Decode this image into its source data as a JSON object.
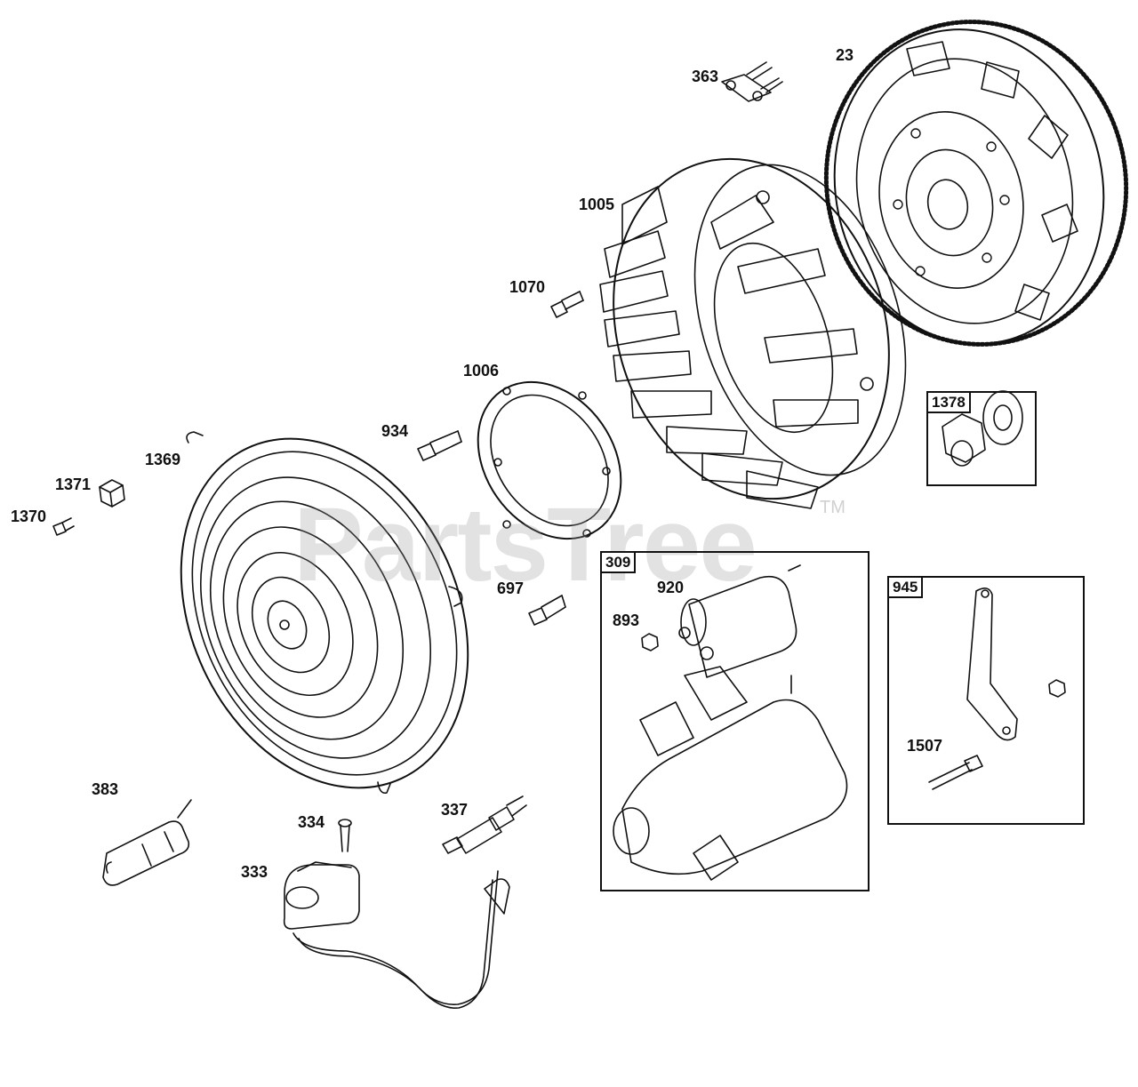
{
  "watermark": {
    "text": "PartsTree",
    "trademark": "TM"
  },
  "kit_boxes": [
    {
      "id": "309",
      "label": "309"
    },
    {
      "id": "945",
      "label": "945"
    },
    {
      "id": "1378",
      "label": "1378"
    }
  ],
  "callouts": [
    {
      "id": "23",
      "label": "23"
    },
    {
      "id": "363",
      "label": "363"
    },
    {
      "id": "1005",
      "label": "1005"
    },
    {
      "id": "1070",
      "label": "1070"
    },
    {
      "id": "1006",
      "label": "1006"
    },
    {
      "id": "934",
      "label": "934"
    },
    {
      "id": "1369",
      "label": "1369"
    },
    {
      "id": "1371",
      "label": "1371"
    },
    {
      "id": "1370",
      "label": "1370"
    },
    {
      "id": "697",
      "label": "697"
    },
    {
      "id": "920",
      "label": "920"
    },
    {
      "id": "893",
      "label": "893"
    },
    {
      "id": "1507",
      "label": "1507"
    },
    {
      "id": "383",
      "label": "383"
    },
    {
      "id": "334",
      "label": "334"
    },
    {
      "id": "337",
      "label": "337"
    },
    {
      "id": "333",
      "label": "333"
    }
  ],
  "colors": {
    "line": "#111111",
    "watermark": "#969696"
  }
}
